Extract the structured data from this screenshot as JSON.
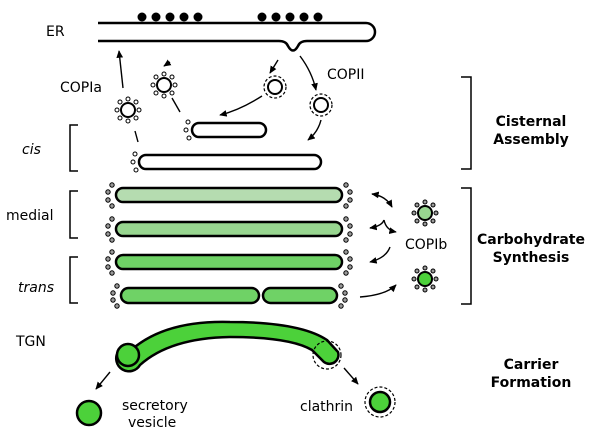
{
  "labels": {
    "er": "ER",
    "copia": "COPIa",
    "copii": "COPII",
    "cis": "cis",
    "medial": "medial",
    "trans": "trans",
    "copib": "COPIb",
    "tgn": "TGN",
    "clathrin": "clathrin",
    "secretory_line1": "secretory",
    "secretory_line2": "vesicle"
  },
  "sections": {
    "cisternal_line1": "Cisternal",
    "cisternal_line2": "Assembly",
    "carbohydrate_line1": "Carbohydrate",
    "carbohydrate_line2": "Synthesis",
    "carrier_line1": "Carrier",
    "carrier_line2": "Formation"
  },
  "colors": {
    "medial_top_fill": "#b5dcb0",
    "medial_bottom_fill": "#98d690",
    "trans_fill": "#6fd266",
    "tgn_fill": "#4cd13a",
    "ribosome": "#000000"
  }
}
